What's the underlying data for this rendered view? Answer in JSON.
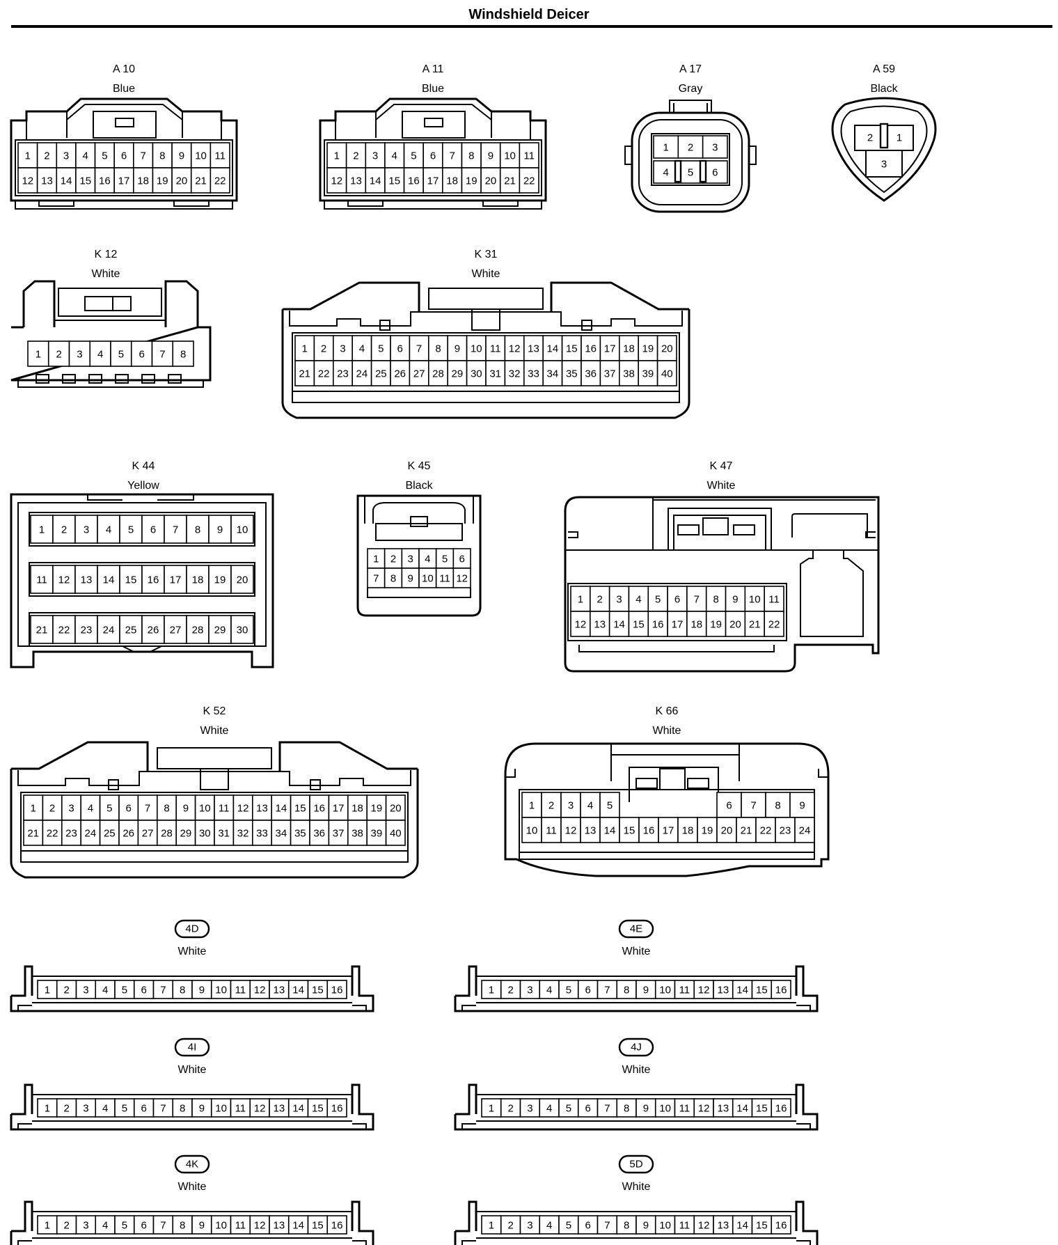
{
  "title": "Windshield Deicer",
  "connectors": [
    {
      "id": "A10",
      "code": "A 10",
      "color": "Blue",
      "pins": 22
    },
    {
      "id": "A11",
      "code": "A 11",
      "color": "Blue",
      "pins": 22
    },
    {
      "id": "A17",
      "code": "A 17",
      "color": "Gray",
      "pins": 6
    },
    {
      "id": "A59",
      "code": "A 59",
      "color": "Black",
      "pins": 3
    },
    {
      "id": "K12",
      "code": "K 12",
      "color": "White",
      "pins": 8
    },
    {
      "id": "K31",
      "code": "K 31",
      "color": "White",
      "pins": 40
    },
    {
      "id": "K44",
      "code": "K 44",
      "color": "Yellow",
      "pins": 30
    },
    {
      "id": "K45",
      "code": "K 45",
      "color": "Black",
      "pins": 12
    },
    {
      "id": "K47",
      "code": "K 47",
      "color": "White",
      "pins": 22
    },
    {
      "id": "K52",
      "code": "K 52",
      "color": "White",
      "pins": 40
    },
    {
      "id": "K66",
      "code": "K 66",
      "color": "White",
      "pins": 24
    },
    {
      "id": "4D",
      "code": "4D",
      "color": "White",
      "pins": 16
    },
    {
      "id": "4E",
      "code": "4E",
      "color": "White",
      "pins": 16
    },
    {
      "id": "4I",
      "code": "4I",
      "color": "White",
      "pins": 16
    },
    {
      "id": "4J",
      "code": "4J",
      "color": "White",
      "pins": 16
    },
    {
      "id": "4K",
      "code": "4K",
      "color": "White",
      "pins": 16
    },
    {
      "id": "5D",
      "code": "5D",
      "color": "White",
      "pins": 16
    }
  ]
}
